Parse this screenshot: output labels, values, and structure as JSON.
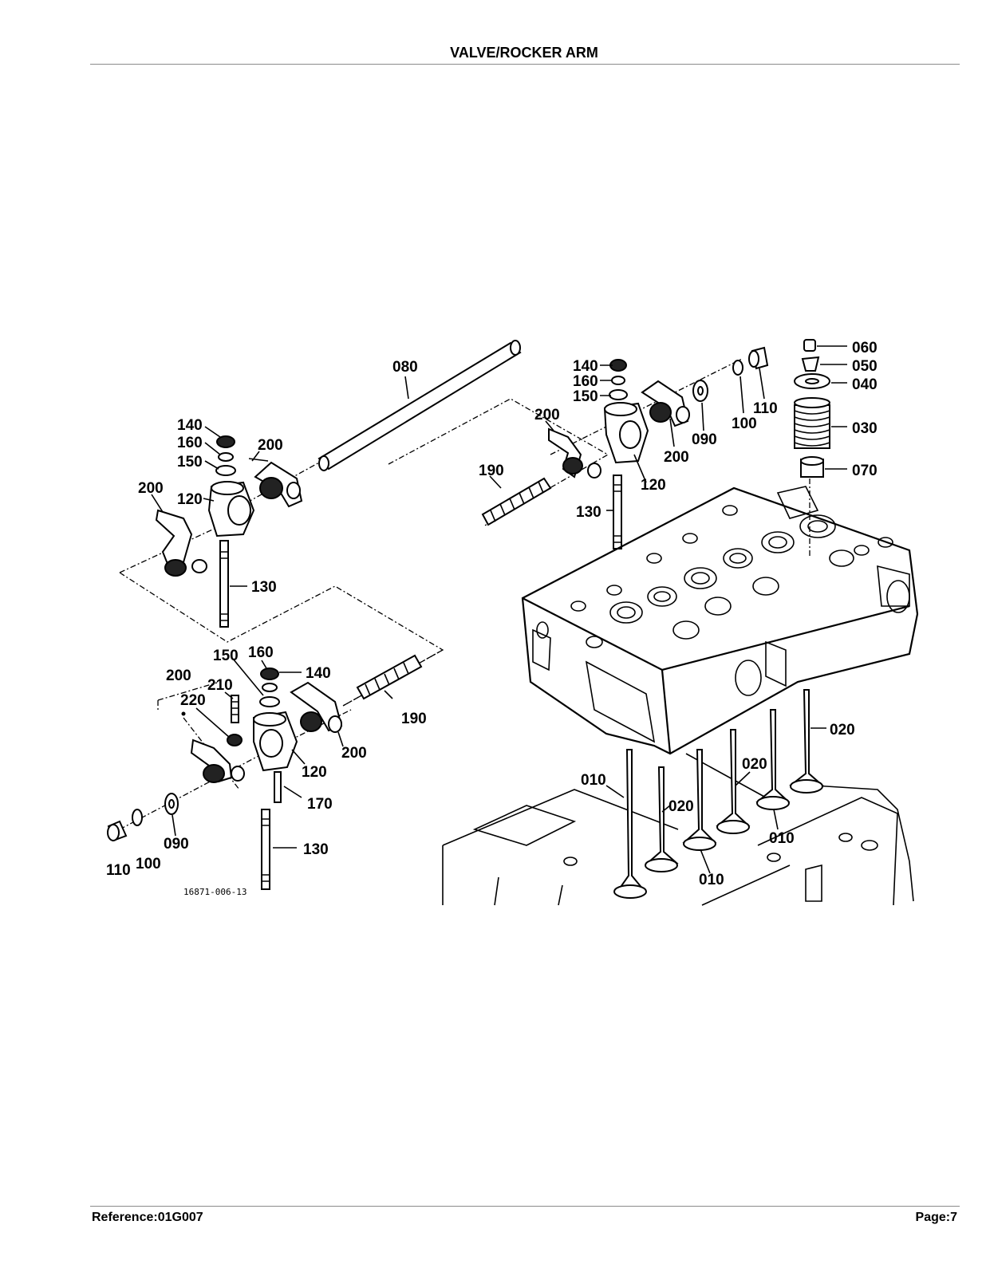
{
  "header": {
    "title": "VALVE/ROCKER ARM"
  },
  "footer": {
    "reference": "Reference:01G007",
    "page": "Page:7"
  },
  "diagram": {
    "drawing_code": "16871-006-13",
    "callouts": [
      {
        "id": "c080a",
        "text": "080"
      },
      {
        "id": "c140a",
        "text": "140"
      },
      {
        "id": "c160a",
        "text": "160"
      },
      {
        "id": "c150a",
        "text": "150"
      },
      {
        "id": "c200a",
        "text": "200"
      },
      {
        "id": "c190a",
        "text": "190"
      },
      {
        "id": "c200b",
        "text": "200"
      },
      {
        "id": "c120a",
        "text": "120"
      },
      {
        "id": "c130a",
        "text": "130"
      },
      {
        "id": "c090a",
        "text": "090"
      },
      {
        "id": "c100a",
        "text": "100"
      },
      {
        "id": "c110a",
        "text": "110"
      },
      {
        "id": "c060",
        "text": "060"
      },
      {
        "id": "c050",
        "text": "050"
      },
      {
        "id": "c040",
        "text": "040"
      },
      {
        "id": "c030",
        "text": "030"
      },
      {
        "id": "c070",
        "text": "070"
      },
      {
        "id": "c140b",
        "text": "140"
      },
      {
        "id": "c160b",
        "text": "160"
      },
      {
        "id": "c150b",
        "text": "150"
      },
      {
        "id": "c200c",
        "text": "200"
      },
      {
        "id": "c200d",
        "text": "200"
      },
      {
        "id": "c120b",
        "text": "120"
      },
      {
        "id": "c130b",
        "text": "130"
      },
      {
        "id": "c150c",
        "text": "150"
      },
      {
        "id": "c160c",
        "text": "160"
      },
      {
        "id": "c140c",
        "text": "140"
      },
      {
        "id": "c200e",
        "text": "200"
      },
      {
        "id": "c210",
        "text": "210"
      },
      {
        "id": "c220",
        "text": "220"
      },
      {
        "id": "c190b",
        "text": "190"
      },
      {
        "id": "c200f",
        "text": "200"
      },
      {
        "id": "c120c",
        "text": "120"
      },
      {
        "id": "c170",
        "text": "170"
      },
      {
        "id": "c090b",
        "text": "090"
      },
      {
        "id": "c110b",
        "text": "110"
      },
      {
        "id": "c100b",
        "text": "100"
      },
      {
        "id": "c130c",
        "text": "130"
      },
      {
        "id": "c020a",
        "text": "020"
      },
      {
        "id": "c020b",
        "text": "020"
      },
      {
        "id": "c010a",
        "text": "010"
      },
      {
        "id": "c020c",
        "text": "020"
      },
      {
        "id": "c010b",
        "text": "010"
      },
      {
        "id": "c010c",
        "text": "010"
      }
    ]
  }
}
